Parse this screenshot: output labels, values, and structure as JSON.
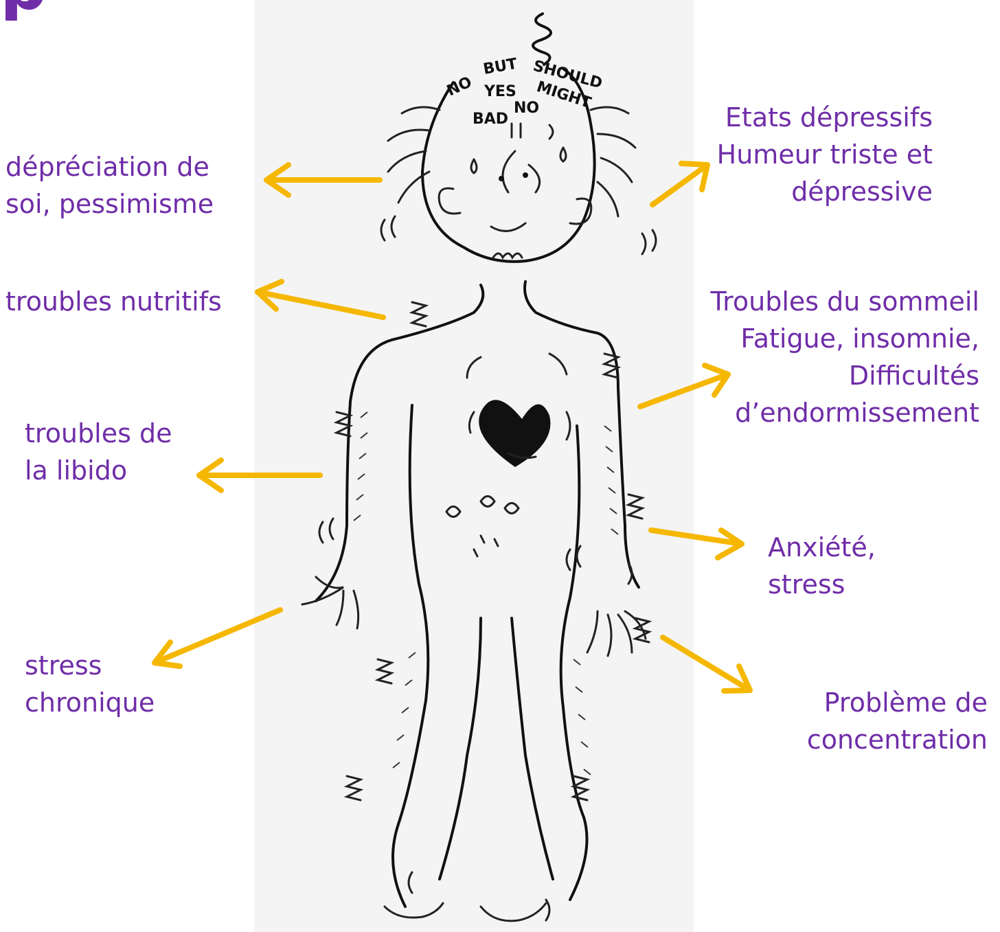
{
  "title_fragment": "p",
  "figure": {
    "head_words": [
      "NO",
      "BUT",
      "SHOULD",
      "YES",
      "MIGHT",
      "NO",
      "BAD"
    ]
  },
  "labels": {
    "depreciation": [
      "dépréciation de",
      "soi,  pessimisme"
    ],
    "nutrition": [
      "troubles nutritifs"
    ],
    "libido": [
      "troubles de",
      "la libido"
    ],
    "chronic_stress": [
      "stress",
      "chronique"
    ],
    "depressive": [
      "Etats dépressifs",
      "Humeur triste et",
      "dépressive"
    ],
    "sleep": [
      "Troubles du sommeil",
      "Fatigue, insomnie,",
      "Difficultés",
      "d’endormissement"
    ],
    "anxiety": [
      "Anxiété,",
      "stress"
    ],
    "concentration": [
      "Problème de",
      "concentration"
    ]
  },
  "colors": {
    "text": "#6f2da8",
    "arrow": "#f5b700",
    "ink": "#111111"
  },
  "icons": [
    "heart-icon",
    "stress-squiggle-icon"
  ]
}
